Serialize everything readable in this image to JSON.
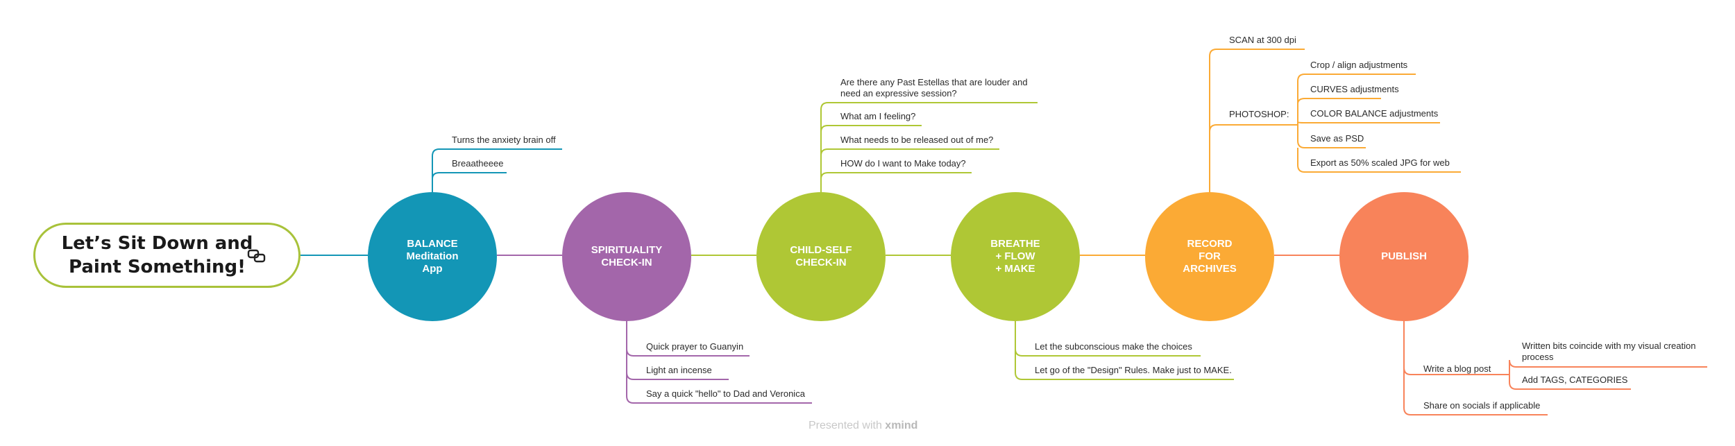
{
  "central_topic": {
    "label": "Let’s Sit Down and\nPaint Something!",
    "color": "#A8C23A",
    "icon": "link-icon"
  },
  "nodes": [
    {
      "label": "BALANCE\nMeditation\nApp",
      "color": "#1396B6"
    },
    {
      "label": "SPIRITUALITY\nCHECK-IN",
      "color": "#A366AA"
    },
    {
      "label": "CHILD-SELF\nCHECK-IN",
      "color": "#AFC735"
    },
    {
      "label": "BREATHE\n+ FLOW\n+ MAKE",
      "color": "#AFC735"
    },
    {
      "label": "RECORD\nFOR\nARCHIVES",
      "color": "#FBAA35"
    },
    {
      "label": "PUBLISH",
      "color": "#F8835A"
    }
  ],
  "balance_items": [
    "Turns the anxiety brain off",
    "Breaatheeee"
  ],
  "spirituality_items": [
    "Quick prayer to Guanyin",
    "Light an incense",
    "Say a quick \"hello\" to Dad and Veronica"
  ],
  "child_items": [
    "Are there any Past Estellas that are louder and need an expressive session?",
    "What am I feeling?",
    "What needs to be released out of me?",
    "HOW do I want to Make today?"
  ],
  "breathe_items": [
    "Let the subconscious make the choices",
    "Let go of the \"Design\" Rules. Make just to MAKE."
  ],
  "record": {
    "scan": "SCAN at 300 dpi",
    "photoshop": "PHOTOSHOP:",
    "photoshop_items": [
      "Crop / align adjustments",
      "CURVES adjustments",
      "COLOR BALANCE adjustments",
      "Save as PSD",
      "Export as 50% scaled JPG for web"
    ]
  },
  "publish": {
    "blog": "Write a blog post",
    "blog_items": [
      "Written bits coincide with my visual creation process",
      "Add TAGS, CATEGORIES"
    ],
    "share": "Share on socials if applicable"
  },
  "footer": {
    "prefix": "Presented with",
    "brand": "xmind"
  }
}
